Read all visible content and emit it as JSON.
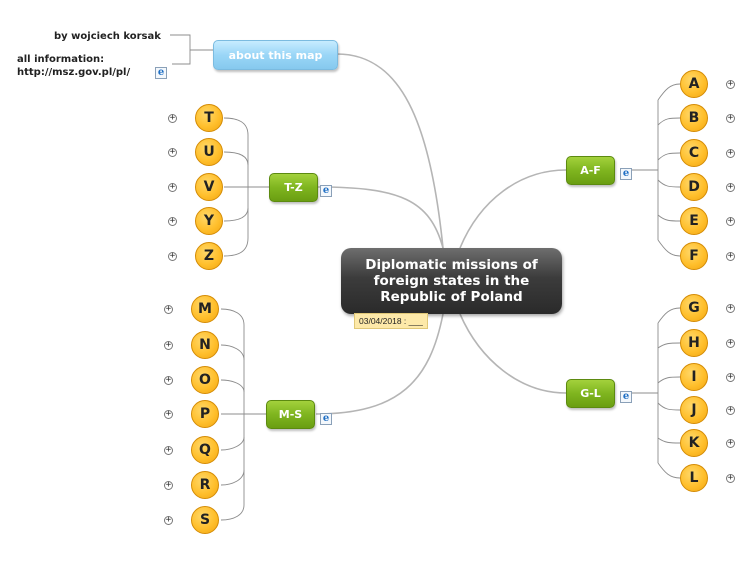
{
  "central": {
    "title": "Diplomatic missions of foreign states in the Republic of Poland",
    "date_tag": "03/04/2018 : ___"
  },
  "about": {
    "label": "about this map",
    "author": "by wojciech korsak",
    "info_label": "all information:",
    "info_url": "http://msz.gov.pl/pl/"
  },
  "branches": {
    "af": {
      "label": "A-F",
      "letters": [
        "A",
        "B",
        "C",
        "D",
        "E",
        "F"
      ]
    },
    "gl": {
      "label": "G-L",
      "letters": [
        "G",
        "H",
        "I",
        "J",
        "K",
        "L"
      ]
    },
    "tz": {
      "label": "T-Z",
      "letters": [
        "T",
        "U",
        "V",
        "Y",
        "Z"
      ]
    },
    "ms": {
      "label": "M-S",
      "letters": [
        "M",
        "N",
        "O",
        "P",
        "Q",
        "R",
        "S"
      ]
    }
  },
  "icons": {
    "link": "internet-explorer-link-icon",
    "expand": "plus-expand-icon"
  },
  "colors": {
    "branch_green": "#7fb51f",
    "about_blue": "#9ad6f7",
    "letter_orange": "#ffbf2c",
    "central_dark": "#3c3c3c"
  }
}
